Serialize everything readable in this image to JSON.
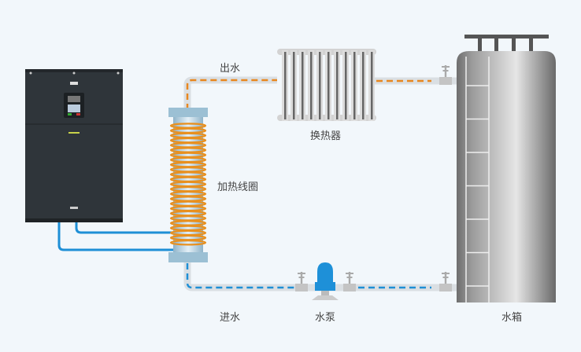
{
  "labels": {
    "outlet": "出水",
    "heat_exchanger": "换热器",
    "heating_coil": "加热线圈",
    "inlet": "进水",
    "pump": "水泵",
    "tank": "水箱"
  },
  "colors": {
    "hot_flow": "#e8871e",
    "cold_flow": "#1e8fd6",
    "pipe": "#dadfe3",
    "inverter": "#2f353a",
    "coil": "#e8901f",
    "pump": "#1e90d8"
  }
}
